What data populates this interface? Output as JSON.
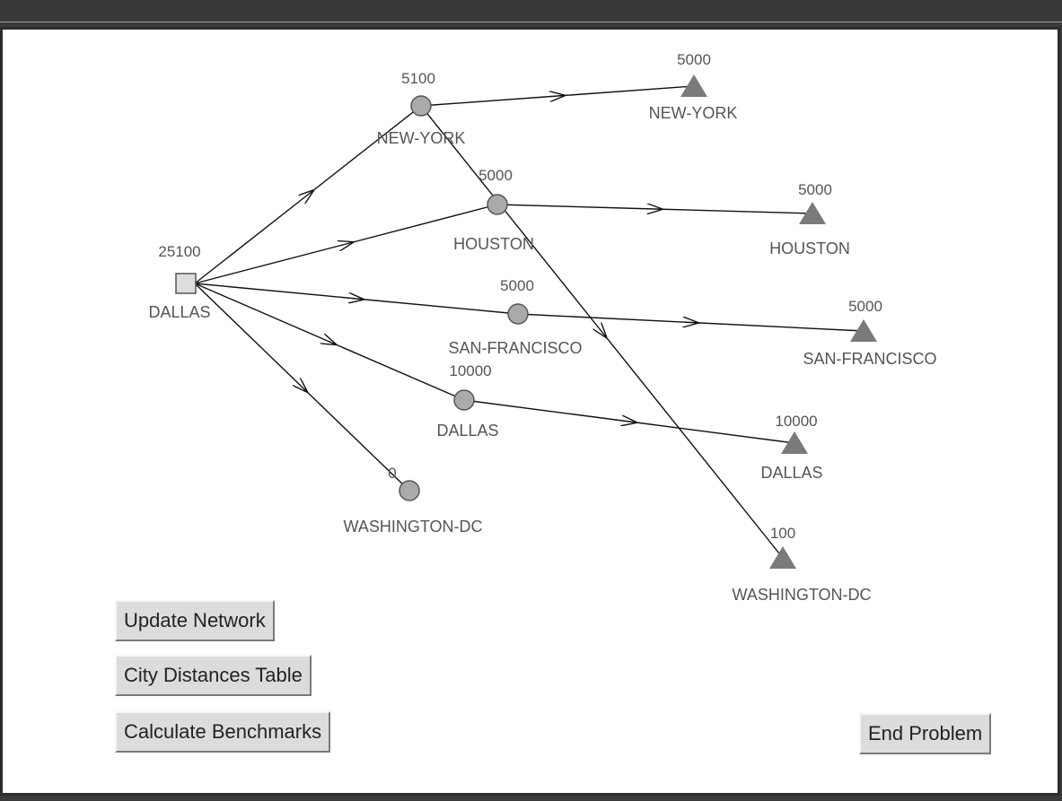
{
  "buttons": {
    "update_network": "Update Network",
    "city_distances_table": "City Distances Table",
    "calculate_benchmarks": "Calculate Benchmarks",
    "end_problem": "End Problem"
  },
  "network": {
    "source": {
      "name": "DALLAS",
      "value": "25100"
    },
    "warehouses": [
      {
        "name": "NEW-YORK",
        "value": "5100"
      },
      {
        "name": "HOUSTON",
        "value": "5000"
      },
      {
        "name": "SAN-FRANCISCO",
        "value": "5000"
      },
      {
        "name": "DALLAS",
        "value": "10000"
      },
      {
        "name": "WASHINGTON-DC",
        "value": "0"
      }
    ],
    "destinations": [
      {
        "name": "NEW-YORK",
        "value": "5000"
      },
      {
        "name": "HOUSTON",
        "value": "5000"
      },
      {
        "name": "SAN-FRANCISCO",
        "value": "5000"
      },
      {
        "name": "DALLAS",
        "value": "10000"
      },
      {
        "name": "WASHINGTON-DC",
        "value": "100"
      }
    ],
    "colors": {
      "node_fill": "#aaaaaa",
      "node_stroke": "#555555",
      "triangle_fill": "#7a7a7a",
      "edge": "#111111",
      "label": "#555555"
    }
  }
}
